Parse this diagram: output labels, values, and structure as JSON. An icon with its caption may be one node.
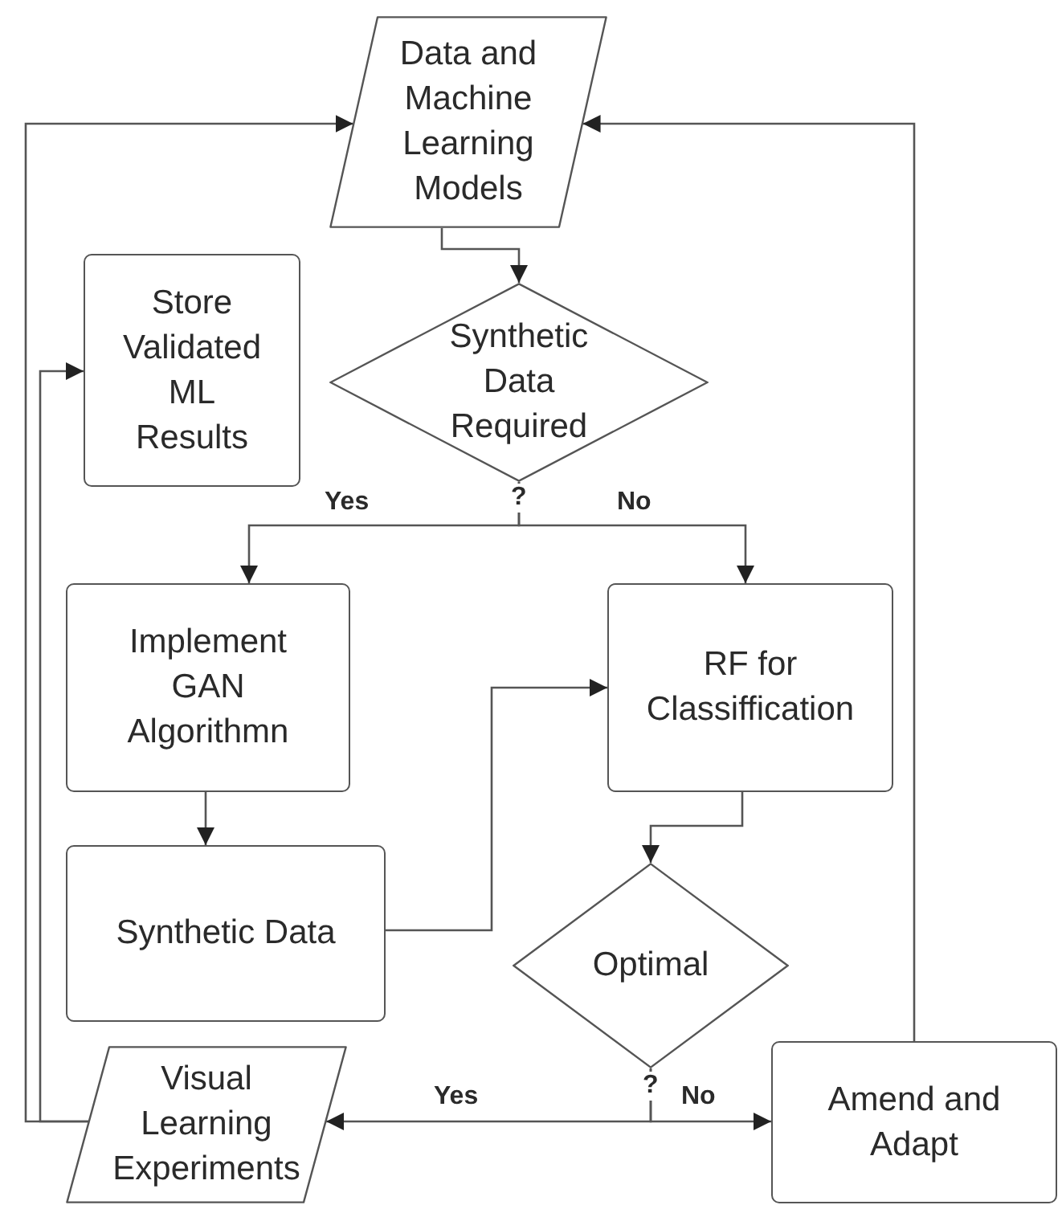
{
  "diagram": {
    "nodes": [
      {
        "text": [
          "Data and Machine Learning Models"
        ]
      },
      {
        "text": [
          "Store Validated ML Results"
        ]
      },
      {
        "text": [
          "Synthetic Data Required"
        ],
        "beside": [
          "?"
        ]
      },
      {
        "text": [
          "Implement GAN Algorithmn"
        ]
      },
      {
        "text": [
          "RF for Classiffication"
        ]
      },
      {
        "text": [
          "Synthetic Data"
        ]
      },
      {
        "text": [
          "Optimal"
        ],
        "beside": [
          "?"
        ]
      },
      {
        "text": [
          "Visual Learning Experiments"
        ]
      },
      {
        "text": [
          "Amend and Adapt"
        ]
      }
    ],
    "edges": [
      {
        "from": 0,
        "to": 2,
        "arrow": "to"
      },
      {
        "from": 2,
        "to": 3,
        "arrow": "to",
        "label": "Yes"
      },
      {
        "from": 2,
        "to": 4,
        "arrow": "to",
        "label": "No"
      },
      {
        "from": 3,
        "to": 5,
        "arrow": "to"
      },
      {
        "from": 5,
        "to": 4,
        "arrow": "to"
      },
      {
        "from": 4,
        "to": 6,
        "arrow": "to"
      },
      {
        "from": 6,
        "to": 7,
        "arrow": "to",
        "label": "Yes"
      },
      {
        "from": 6,
        "to": 8,
        "arrow": "to",
        "label": "No"
      },
      {
        "from": 7,
        "to": 0,
        "arrow": "to"
      },
      {
        "from": 7,
        "to": 1,
        "arrow": "to"
      },
      {
        "from": 8,
        "to": 0,
        "arrow": "to"
      }
    ]
  }
}
